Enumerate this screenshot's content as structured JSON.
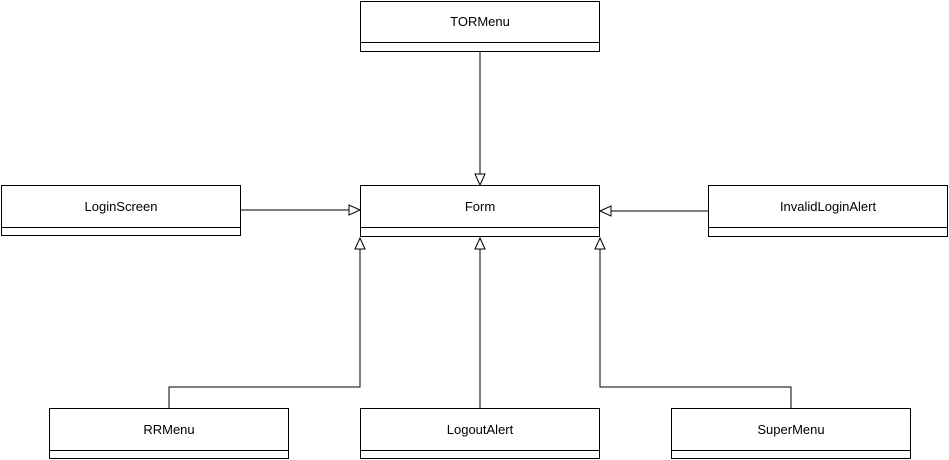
{
  "diagram": {
    "classes": {
      "tormenu": "TORMenu",
      "form": "Form",
      "loginscreen": "LoginScreen",
      "invalidloginalert": "InvalidLoginAlert",
      "rrmenu": "RRMenu",
      "logoutalert": "LogoutAlert",
      "supermenu": "SuperMenu"
    }
  }
}
